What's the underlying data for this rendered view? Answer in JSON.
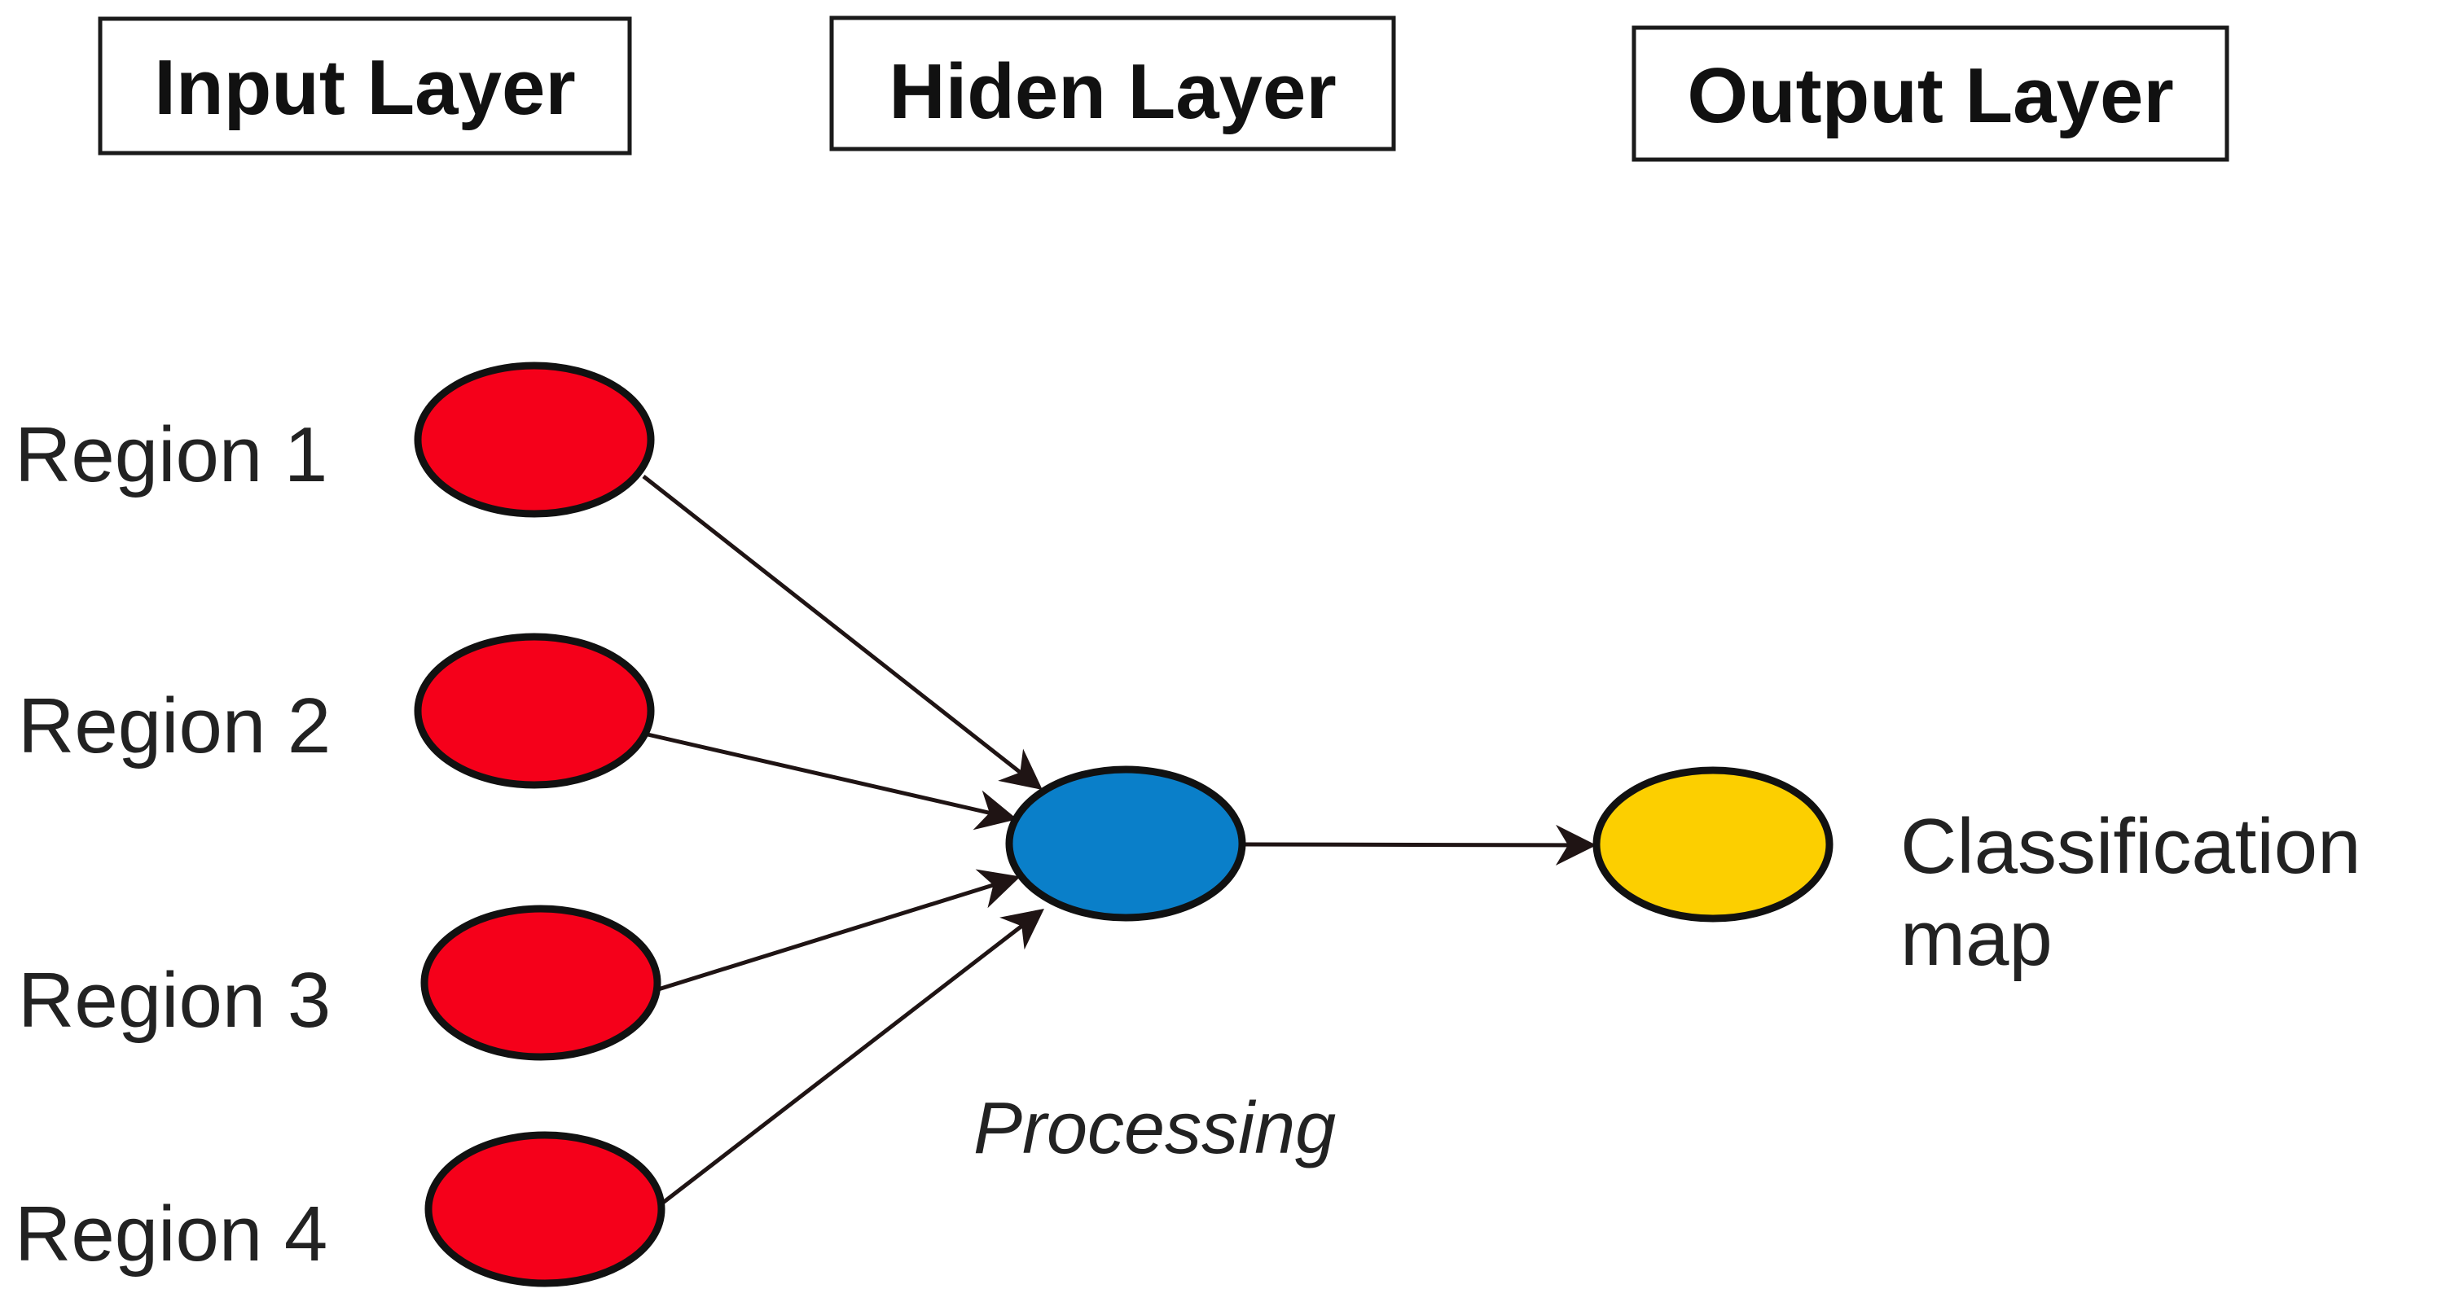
{
  "headers": {
    "input": "Input Layer",
    "hidden": "Hiden Layer",
    "output": "Output Layer"
  },
  "inputs": [
    {
      "label": "Region 1"
    },
    {
      "label": "Region 2"
    },
    {
      "label": "Region 3"
    },
    {
      "label": "Region 4"
    }
  ],
  "hidden_node": {
    "label": "Processing"
  },
  "output_node": {
    "label_line1": "Classification",
    "label_line2": "map"
  },
  "colors": {
    "input_node": "#f5001a",
    "hidden_node": "#0a7fc9",
    "output_node": "#fccf00",
    "stroke": "#111111",
    "arrow": "#1f1414"
  }
}
